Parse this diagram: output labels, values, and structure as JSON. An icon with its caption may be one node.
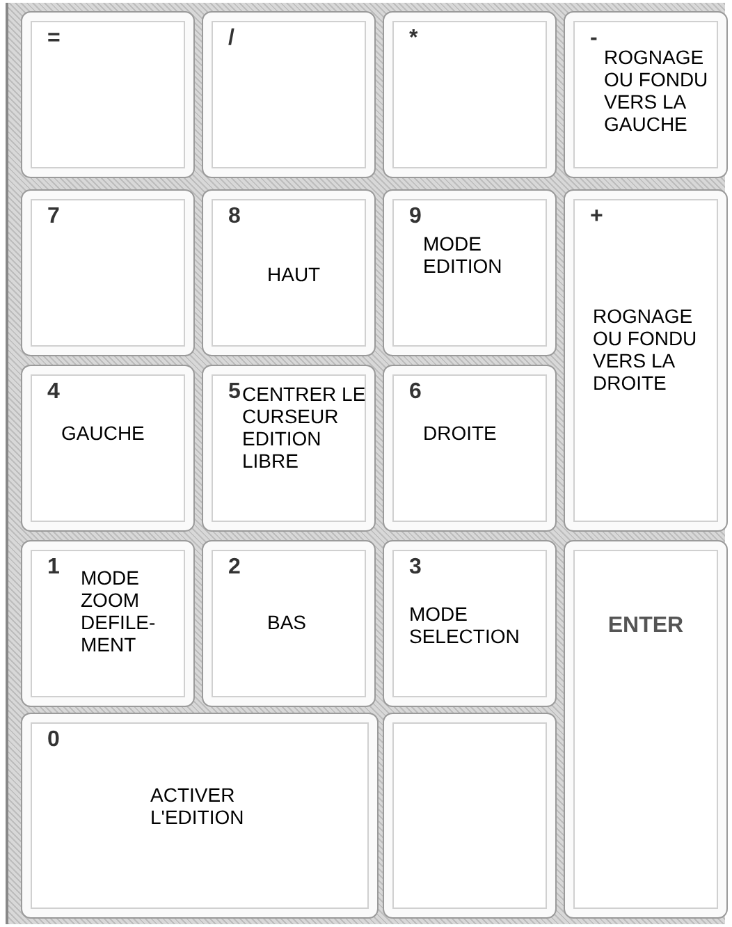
{
  "diagram": {
    "nodes": [
      {
        "text": [
          "="
        ]
      },
      {
        "text": [
          "/"
        ]
      },
      {
        "text": [
          "*"
        ]
      },
      {
        "text": [
          "-",
          "ROGNAGE OU FONDU VERS LA GAUCHE"
        ]
      },
      {
        "text": [
          "7"
        ]
      },
      {
        "text": [
          "8",
          "HAUT"
        ]
      },
      {
        "text": [
          "9",
          "MODE EDITION"
        ]
      },
      {
        "text": [
          "+",
          "ROGNAGE OU FONDU VERS LA DROITE"
        ]
      },
      {
        "text": [
          "4",
          "GAUCHE"
        ]
      },
      {
        "text": [
          "5",
          "CENTRER LE CURSEUR EDITION LIBRE"
        ]
      },
      {
        "text": [
          "6",
          "DROITE"
        ]
      },
      {
        "text": [
          "1",
          "MODE ZOOM DEFILE-MENT"
        ]
      },
      {
        "text": [
          "2",
          "BAS"
        ]
      },
      {
        "text": [
          "3",
          "MODE SELECTION"
        ]
      },
      {
        "text": [
          "ENTER"
        ]
      },
      {
        "text": [
          "0",
          "ACTIVER L'EDITION"
        ]
      },
      {
        "text": [],
        "shape": "box"
      }
    ]
  }
}
